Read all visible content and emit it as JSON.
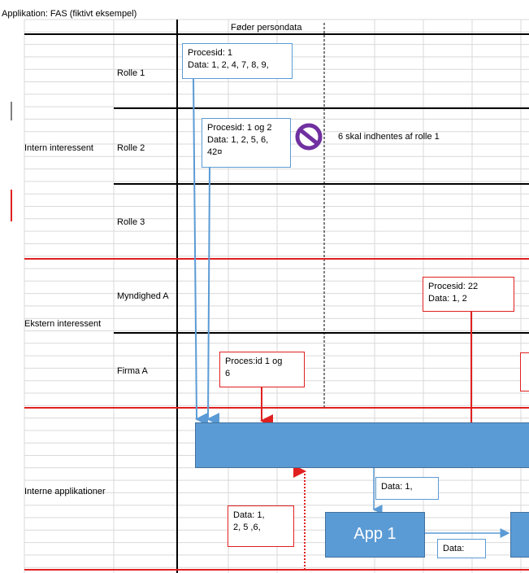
{
  "header": {
    "title": "Applikation: FAS (fiktivt eksempel)",
    "column_header": "Føder persondata"
  },
  "groups": {
    "intern": "Intern interessent",
    "ekstern": "Ekstern interessent",
    "interne_app": "Interne applikationer"
  },
  "roles": {
    "rolle1": "Rolle 1",
    "rolle2": "Rolle 2",
    "rolle3": "Rolle 3",
    "myndighed": "Myndighed A",
    "firma": "Firma A"
  },
  "boxes": {
    "b1": "Procesid:  1\nData: 1, 2, 4, 7, 8, 9,",
    "b2": "Procesid:  1 og 2\nData: 1, 2, 5, 6,\n42¤",
    "b3": "Procesid:  22\nData: 1, 2",
    "b4": "Proces:id  1 og\n6",
    "b5": "Data: 1,",
    "b6": "Data: 1,\n2,  5 ,6,",
    "b7": "Data:"
  },
  "note": "6 skal indhentes af rolle 1",
  "app1": "App 1",
  "colors": {
    "blue": "#5b9bd5",
    "red": "#e02020",
    "prohibit": "#7030a0",
    "grid": "#d9d9d9"
  }
}
